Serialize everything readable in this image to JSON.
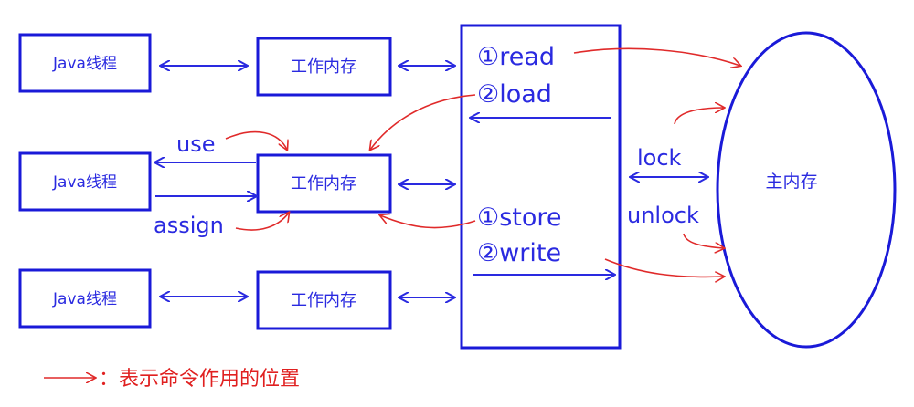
{
  "threads": [
    {
      "label": "Java线程"
    },
    {
      "label": "Java线程"
    },
    {
      "label": "Java线程"
    }
  ],
  "work_memory": [
    {
      "label": "工作内存"
    },
    {
      "label": "工作内存"
    },
    {
      "label": "工作内存"
    }
  ],
  "main_memory": {
    "label": "主内存"
  },
  "ops": {
    "read": "①read",
    "load": "②load",
    "store": "①store",
    "write": "②write",
    "use": "use",
    "assign": "assign",
    "lock": "lock",
    "unlock": "unlock"
  },
  "legend": {
    "text": "：表示命令作用的位置"
  },
  "colors": {
    "blue": "#1a1ad8",
    "red": "#e02a2a",
    "background": "#ffffff"
  }
}
